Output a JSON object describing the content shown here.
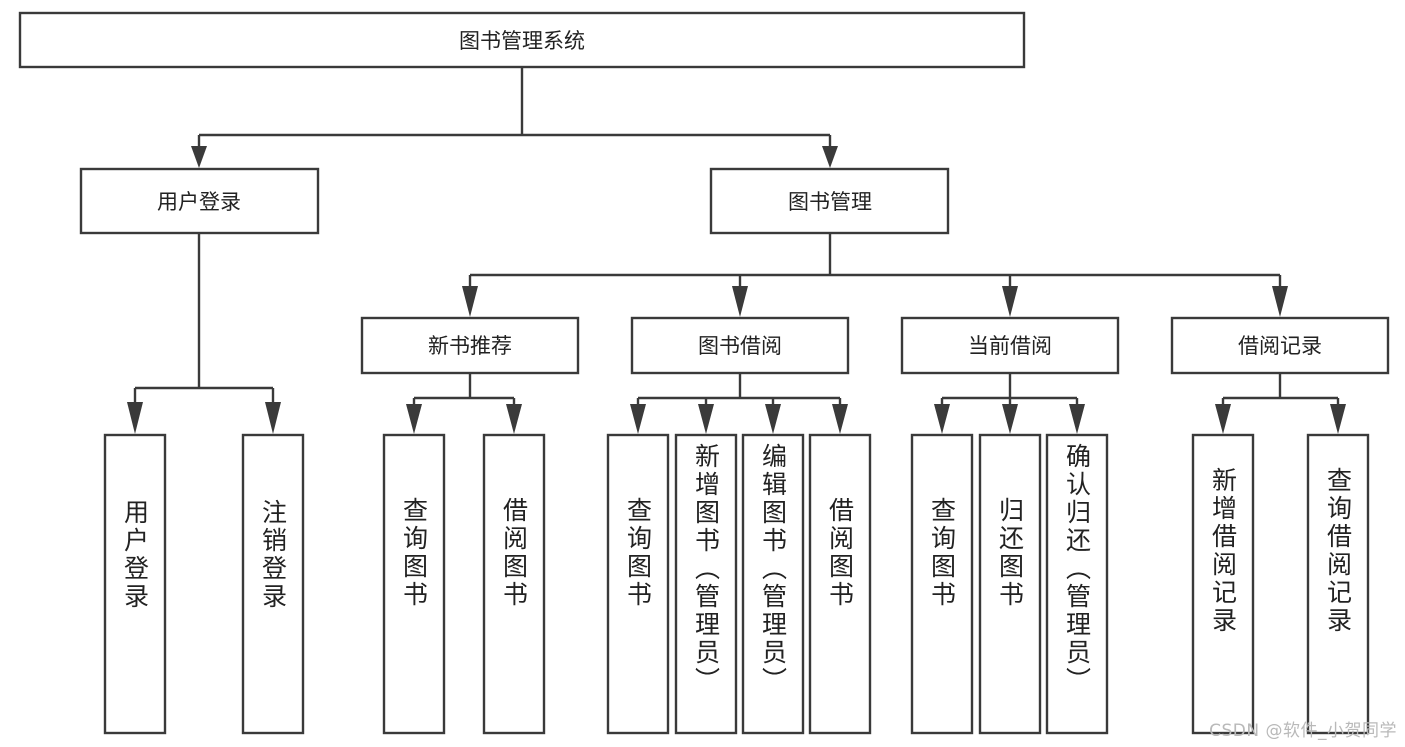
{
  "diagram": {
    "type": "tree-hierarchy-chart",
    "title": "图书管理系统",
    "colors": {
      "box_stroke": "#3a3a3a",
      "box_fill": "#ffffff",
      "connector": "#3a3a3a",
      "text": "#222222",
      "watermark": "#b9b9b9",
      "background": "#ffffff"
    },
    "root": {
      "label": "图书管理系统"
    },
    "level2": [
      {
        "label": "用户登录"
      },
      {
        "label": "图书管理"
      }
    ],
    "level3": [
      {
        "label": "新书推荐"
      },
      {
        "label": "图书借阅"
      },
      {
        "label": "当前借阅"
      },
      {
        "label": "借阅记录"
      }
    ],
    "leaves": [
      {
        "label": "用户登录",
        "parent": "用户登录"
      },
      {
        "label": "注销登录",
        "parent": "用户登录"
      },
      {
        "label": "查询图书",
        "parent": "新书推荐"
      },
      {
        "label": "借阅图书",
        "parent": "新书推荐"
      },
      {
        "label": "查询图书",
        "parent": "图书借阅"
      },
      {
        "label": "新增图书（管理员）",
        "parent": "图书借阅"
      },
      {
        "label": "编辑图书（管理员）",
        "parent": "图书借阅"
      },
      {
        "label": "借阅图书",
        "parent": "图书借阅"
      },
      {
        "label": "查询图书",
        "parent": "当前借阅"
      },
      {
        "label": "归还图书",
        "parent": "当前借阅"
      },
      {
        "label": "确认归还（管理员）",
        "parent": "当前借阅"
      },
      {
        "label": "新增借阅记录",
        "parent": "借阅记录"
      },
      {
        "label": "查询借阅记录",
        "parent": "借阅记录"
      }
    ],
    "watermark": "CSDN @软件_小贺同学"
  }
}
